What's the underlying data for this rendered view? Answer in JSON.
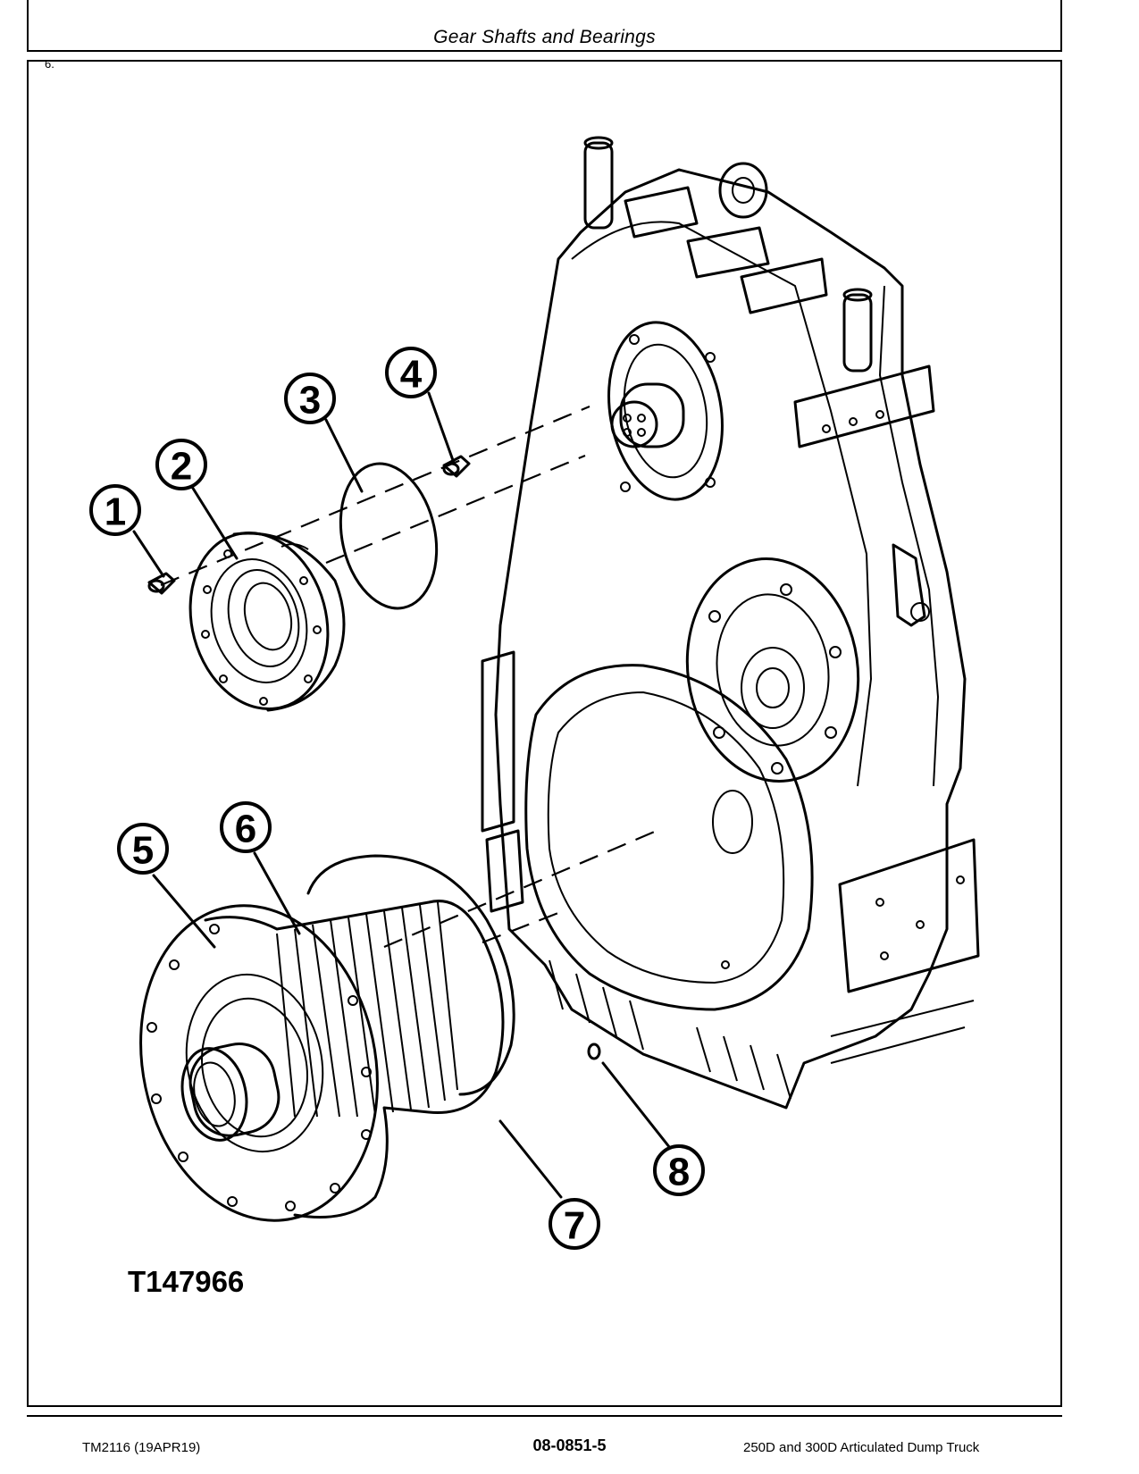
{
  "header": {
    "title": "Gear Shafts and Bearings"
  },
  "step": {
    "number": "6."
  },
  "figure": {
    "reference_id": "T147966",
    "callouts": [
      "1",
      "2",
      "3",
      "4",
      "5",
      "6",
      "7",
      "8"
    ]
  },
  "footer": {
    "left": "TM2116 (19APR19)",
    "center": "08-0851-5",
    "right": "250D and 300D Articulated Dump Truck"
  }
}
